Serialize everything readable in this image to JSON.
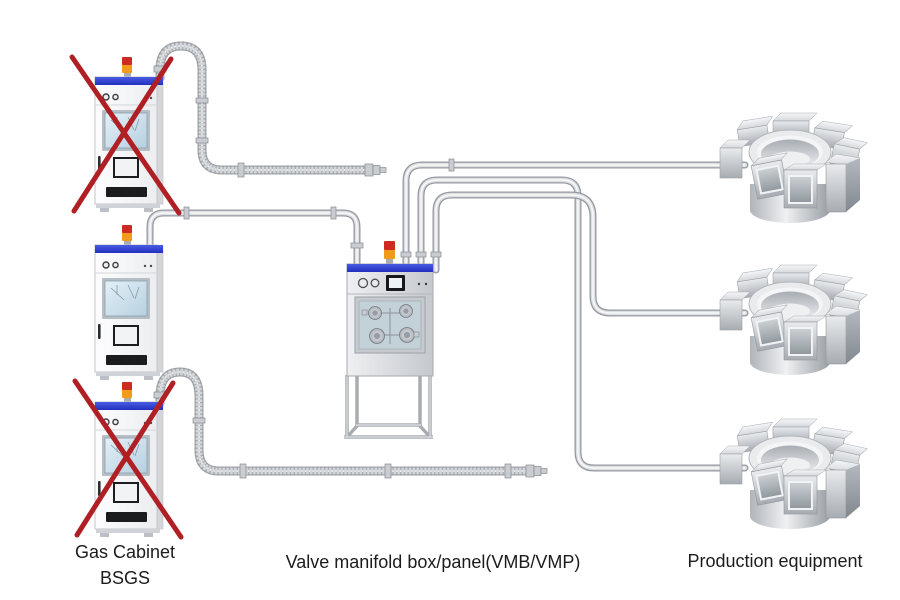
{
  "labels": {
    "gas_cabinet": {
      "line1": "Gas Cabinet",
      "line2": "BSGS"
    },
    "vmb": "Valve manifold box/panel(VMB/VMP)",
    "production": "Production equipment"
  },
  "nodes": {
    "gas_cabinets": [
      {
        "position": "top",
        "crossed_out": true
      },
      {
        "position": "middle",
        "crossed_out": false
      },
      {
        "position": "bottom",
        "crossed_out": true
      }
    ],
    "valve_manifold_box_count": 1,
    "production_equipment_count": 3
  },
  "connections": [
    {
      "from": "gas-cabinet-top",
      "to": "open-end",
      "style": "flexible-braided-hose"
    },
    {
      "from": "gas-cabinet-middle",
      "to": "vmb",
      "style": "rigid-stainless-pipe"
    },
    {
      "from": "gas-cabinet-bottom",
      "to": "open-end",
      "style": "flexible-braided-hose"
    },
    {
      "from": "vmb",
      "to": "production-equipment-1",
      "style": "rigid-stainless-pipe"
    },
    {
      "from": "vmb",
      "to": "production-equipment-2",
      "style": "rigid-stainless-pipe"
    },
    {
      "from": "vmb",
      "to": "production-equipment-3",
      "style": "rigid-stainless-pipe"
    }
  ],
  "colors": {
    "background": "#ffffff",
    "accent_blue": "#2c3ecc",
    "cross_red": "#b01f24",
    "signal_red": "#cf2a20",
    "signal_amber": "#f09c1a",
    "pipe_steel": "#d8dbde",
    "text": "#1c1c1c"
  }
}
